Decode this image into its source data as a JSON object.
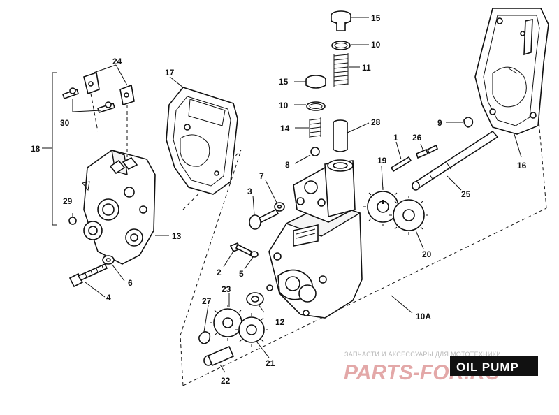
{
  "title": "OIL PUMP",
  "watermark": {
    "line1": "ЗАПЧАСТИ И АКСЕССУАРЫ ДЛЯ МОТОТЕХНИКИ",
    "logo": "PARTS-FOR.RU"
  },
  "callouts": {
    "c15a": "15",
    "c10a": "10",
    "c11": "11",
    "c15b": "15",
    "c10b": "10",
    "c14": "14",
    "c28": "28",
    "c8": "8",
    "c9": "9",
    "c1": "1",
    "c26": "26",
    "c19": "19",
    "c16": "16",
    "c25": "25",
    "c20": "20",
    "c24": "24",
    "c17": "17",
    "c30": "30",
    "c18": "18",
    "c29": "29",
    "c13": "13",
    "c3": "3",
    "c7": "7",
    "c2": "2",
    "c5": "5",
    "c6": "6",
    "c4": "4",
    "c10A": "10A",
    "c27": "27",
    "c23": "23",
    "c12": "12",
    "c21": "21",
    "c22": "22"
  }
}
